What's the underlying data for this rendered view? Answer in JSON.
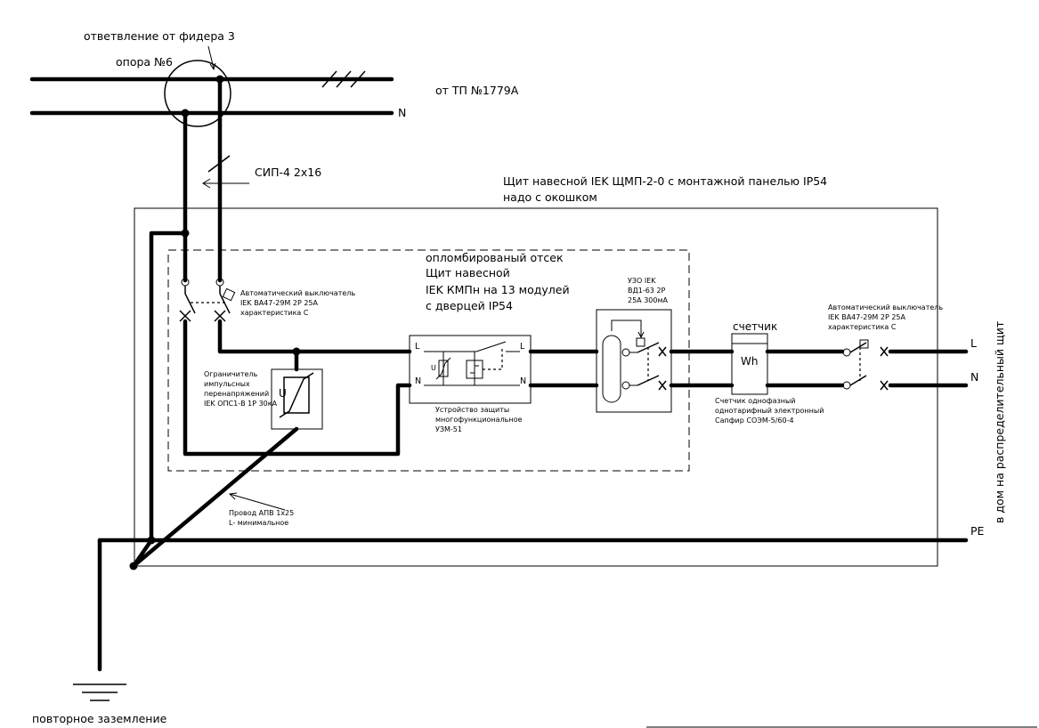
{
  "overhead_line": {
    "branch_label": "ответвление от фидера 3",
    "pole_label": "опора №6",
    "source_label": "от ТП №1779А",
    "neutral_label": "N"
  },
  "cable": {
    "label": "СИП-4 2х16"
  },
  "enclosure": {
    "title_line1": "Щит навесной IEK ЩМП-2-0 с монтажной панелью IP54",
    "title_line2": "надо с окошком"
  },
  "sealed_compartment": {
    "line1": "опломбированый отсек",
    "line2": "Щит навесной",
    "line3": "IEK КМПн на 13 модулей",
    "line4": "с дверцей IP54"
  },
  "input_breaker": {
    "line1": "Автоматический выключатель",
    "line2": "IEK ВА47-29М 2Р 25А",
    "line3": "характеристика С"
  },
  "surge_arrester": {
    "line1": "Ограничитель",
    "line2": "импульсных",
    "line3": "перенапряжений",
    "line4": "IEK ОПС1-В 1Р 30кА",
    "symbol": "U"
  },
  "protection_device": {
    "line1": "Устройство защиты",
    "line2": "многофункциональное",
    "line3": "УЗМ-51",
    "terminal_L": "L",
    "terminal_N": "N",
    "symbol": "U"
  },
  "rcd": {
    "line1": "УЗО IEK",
    "line2": "ВД1-63 2Р",
    "line3": "25А 300мА"
  },
  "meter": {
    "header": "счетчик",
    "symbol": "Wh",
    "line1": "Счетчик однофазный",
    "line2": "однотарифный электронный",
    "line3": "Сапфир СОЭМ-5/60-4"
  },
  "output_breaker": {
    "line1": "Автоматический выключатель",
    "line2": "IEK ВА47-29М 2Р 25А",
    "line3": "характеристика С"
  },
  "outputs": {
    "L": "L",
    "N": "N",
    "PE": "PE",
    "destination": "в дом на распределительный щит"
  },
  "pen_wire": {
    "line1": "Провод АПВ 1х25",
    "line2": "L- минимальное"
  },
  "ground": {
    "label": "повторное заземление"
  }
}
